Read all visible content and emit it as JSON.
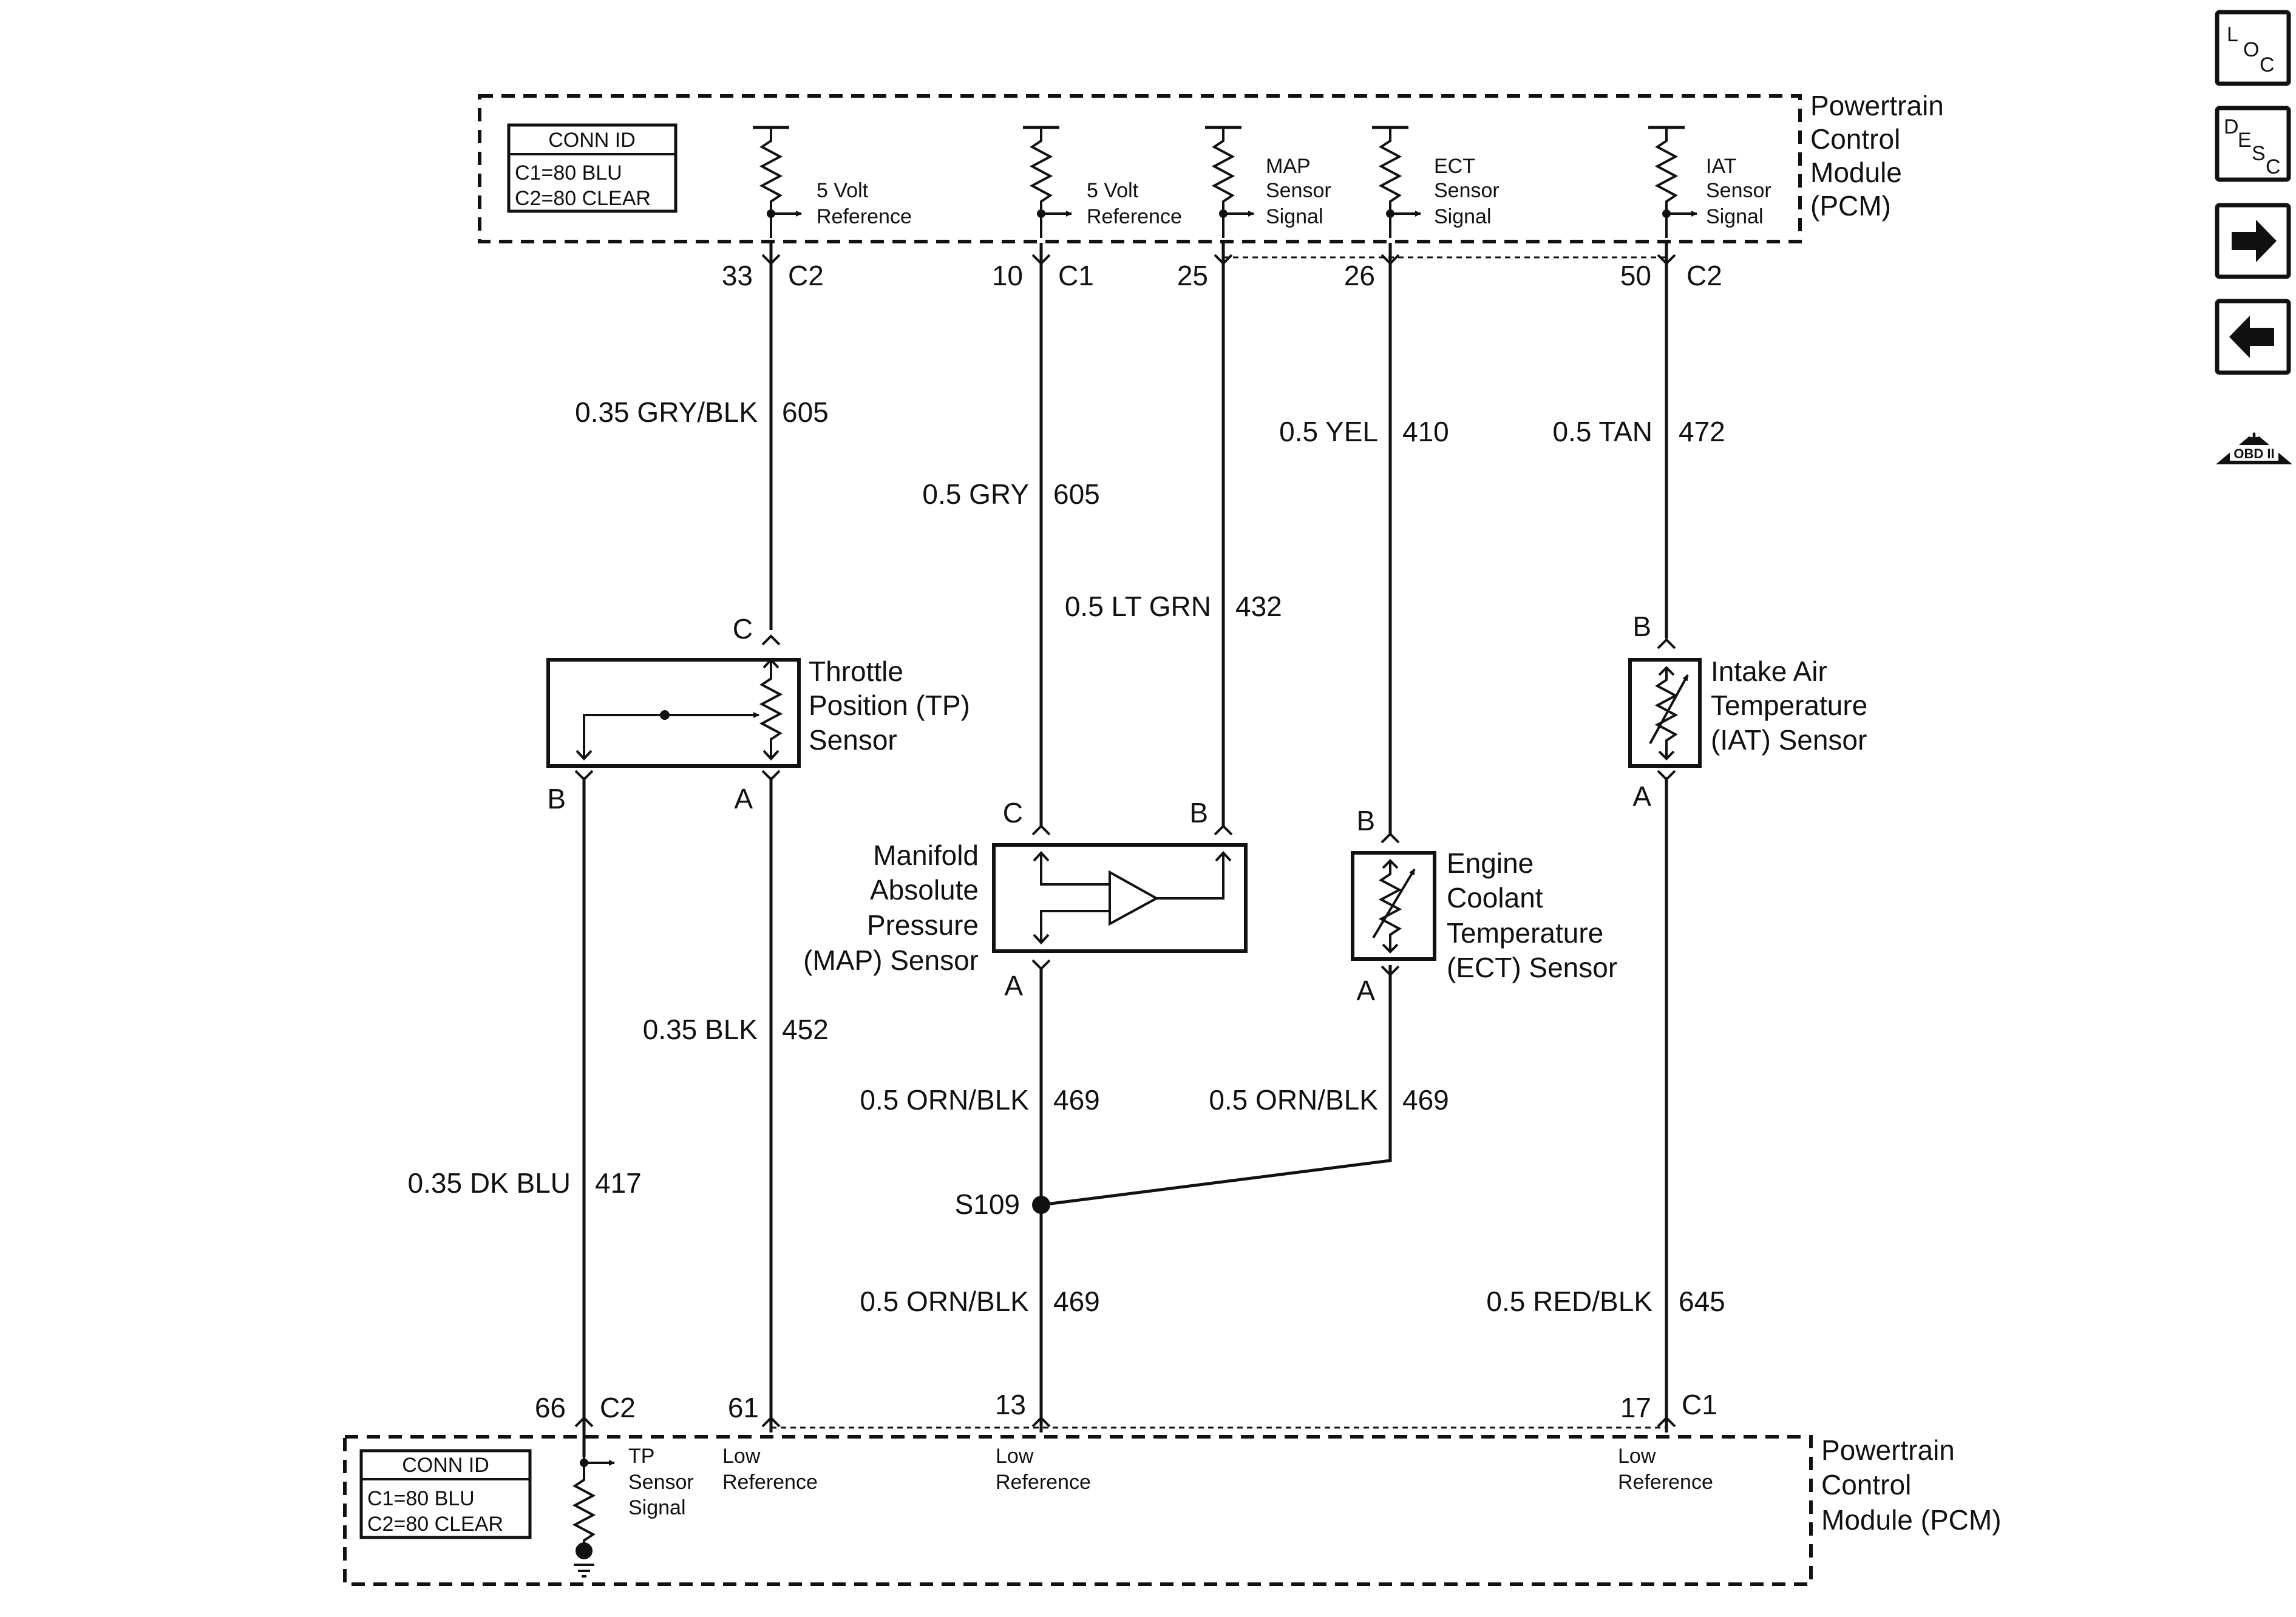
{
  "pcm_top": {
    "title_l1": "Powertrain",
    "title_l2": "Control",
    "title_l3": "Module",
    "title_l4": "(PCM)",
    "conn_id": {
      "header": "CONN ID",
      "c1": "C1=80 BLU",
      "c2": "C2=80 CLEAR"
    },
    "circuits": [
      {
        "l1": "5 Volt",
        "l2": "Reference",
        "l3": ""
      },
      {
        "l1": "5 Volt",
        "l2": "Reference",
        "l3": ""
      },
      {
        "l1": "MAP",
        "l2": "Sensor",
        "l3": "Signal"
      },
      {
        "l1": "ECT",
        "l2": "Sensor",
        "l3": "Signal"
      },
      {
        "l1": "IAT",
        "l2": "Sensor",
        "l3": "Signal"
      }
    ],
    "pins": [
      {
        "pin": "33",
        "conn": "C2"
      },
      {
        "pin": "10",
        "conn": "C1"
      },
      {
        "pin": "25",
        "conn": ""
      },
      {
        "pin": "26",
        "conn": ""
      },
      {
        "pin": "50",
        "conn": "C2"
      }
    ]
  },
  "pcm_bottom": {
    "title_l1": "Powertrain",
    "title_l2": "Control",
    "title_l3": "Module (PCM)",
    "conn_id": {
      "header": "CONN ID",
      "c1": "C1=80 BLU",
      "c2": "C2=80 CLEAR"
    },
    "circuits": [
      {
        "l1": "TP",
        "l2": "Sensor",
        "l3": "Signal"
      },
      {
        "l1": "Low",
        "l2": "Reference"
      },
      {
        "l1": "Low",
        "l2": "Reference"
      },
      {
        "l1": "Low",
        "l2": "Reference"
      }
    ],
    "pins": [
      {
        "pin": "66",
        "conn": "C2"
      },
      {
        "pin": "61",
        "conn": ""
      },
      {
        "pin": "13",
        "conn": ""
      },
      {
        "pin": "17",
        "conn": "C1"
      }
    ]
  },
  "wires": [
    {
      "gauge_color": "0.35 GRY/BLK",
      "circuit": "605"
    },
    {
      "gauge_color": "0.5 GRY",
      "circuit": "605"
    },
    {
      "gauge_color": "0.5 LT GRN",
      "circuit": "432"
    },
    {
      "gauge_color": "0.5 YEL",
      "circuit": "410"
    },
    {
      "gauge_color": "0.5 TAN",
      "circuit": "472"
    },
    {
      "gauge_color": "0.35 BLK",
      "circuit": "452"
    },
    {
      "gauge_color": "0.5 ORN/BLK",
      "circuit": "469"
    },
    {
      "gauge_color": "0.5 ORN/BLK",
      "circuit": "469"
    },
    {
      "gauge_color": "0.35 DK BLU",
      "circuit": "417"
    },
    {
      "gauge_color": "0.5 ORN/BLK",
      "circuit": "469"
    },
    {
      "gauge_color": "0.5 RED/BLK",
      "circuit": "645"
    }
  ],
  "splice": "S109",
  "components": {
    "tp": {
      "l1": "Throttle",
      "l2": "Position (TP)",
      "l3": "Sensor",
      "pin_c": "C",
      "pin_b": "B",
      "pin_a": "A"
    },
    "map": {
      "l1": "Manifold",
      "l2": "Absolute",
      "l3": "Pressure",
      "l4": "(MAP) Sensor",
      "pin_c": "C",
      "pin_b": "B",
      "pin_a": "A"
    },
    "ect": {
      "l1": "Engine",
      "l2": "Coolant",
      "l3": "Temperature",
      "l4": "(ECT) Sensor",
      "pin_b": "B",
      "pin_a": "A"
    },
    "iat": {
      "l1": "Intake Air",
      "l2": "Temperature",
      "l3": "(IAT) Sensor",
      "pin_b": "B",
      "pin_a": "A"
    }
  },
  "nav": {
    "loc": {
      "l": "L",
      "o": "O",
      "c": "C"
    },
    "desc": {
      "d": "D",
      "e": "E",
      "s": "S",
      "c": "C"
    },
    "obd": {
      "roman": "II",
      "label": "OBD II"
    }
  }
}
